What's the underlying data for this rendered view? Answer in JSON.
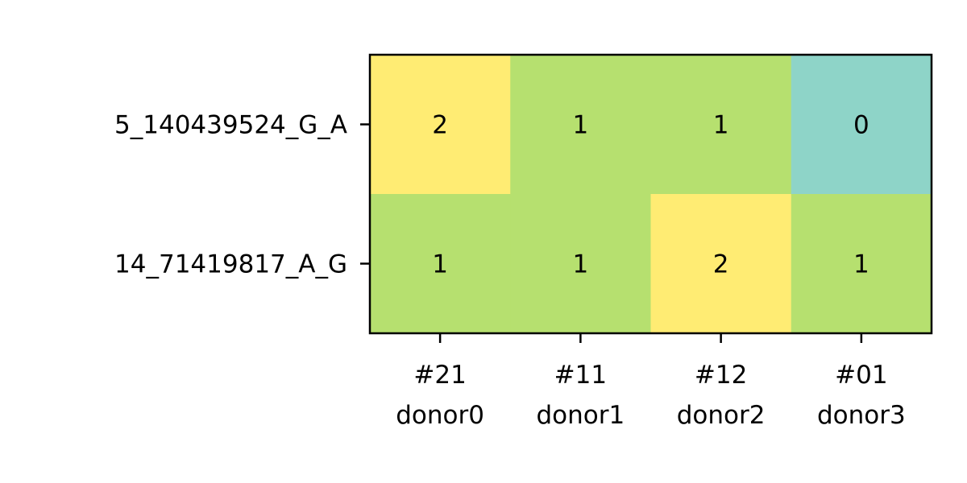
{
  "chart_data": {
    "type": "heatmap",
    "title": "",
    "xlabel": "",
    "ylabel": "",
    "grid": false,
    "rows": [
      "5_140439524_G_A",
      "14_71419817_A_G"
    ],
    "columns": [
      {
        "line1": "#21",
        "line2": "donor0"
      },
      {
        "line1": "#11",
        "line2": "donor1"
      },
      {
        "line1": "#12",
        "line2": "donor2"
      },
      {
        "line1": "#01",
        "line2": "donor3"
      }
    ],
    "values": [
      [
        2,
        1,
        1,
        0
      ],
      [
        1,
        1,
        2,
        1
      ]
    ],
    "color_scale": {
      "0": "#8ed4c8",
      "1": "#b6e06f",
      "2": "#ffec73"
    }
  }
}
